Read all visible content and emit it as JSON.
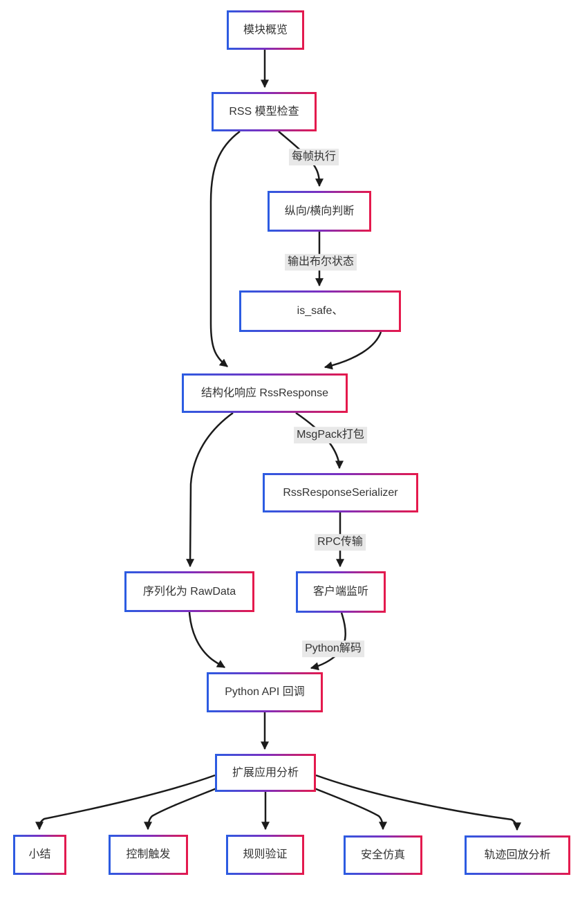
{
  "diagram": {
    "type": "flowchart",
    "background_color": "#ffffff",
    "node_fill_color": "#ffffff",
    "node_text_color": "#333333",
    "node_border_gradient": [
      "#2b5ce2",
      "#7c2fc0",
      "#e6194b"
    ],
    "edge_color": "#1b1b1b",
    "edge_label_background": "#e8e8e8",
    "nodes": [
      {
        "id": "overview",
        "label": "模块概览"
      },
      {
        "id": "rss-model-check",
        "label": "RSS 模型检查"
      },
      {
        "id": "direction-judge",
        "label": "纵向/横向判断"
      },
      {
        "id": "is-safe",
        "label": "is_safe、"
      },
      {
        "id": "rss-response",
        "label": "结构化响应 RssResponse"
      },
      {
        "id": "rss-response-serializer",
        "label": "RssResponseSerializer"
      },
      {
        "id": "raw-data",
        "label": "序列化为 RawData"
      },
      {
        "id": "client-listen",
        "label": "客户端监听"
      },
      {
        "id": "python-api-callback",
        "label": "Python API 回调"
      },
      {
        "id": "extended-analysis",
        "label": "扩展应用分析"
      },
      {
        "id": "summary",
        "label": "小结"
      },
      {
        "id": "control-trigger",
        "label": "控制触发"
      },
      {
        "id": "rule-verify",
        "label": "规则验证"
      },
      {
        "id": "safety-simulation",
        "label": "安全仿真"
      },
      {
        "id": "trajectory-replay",
        "label": "轨迹回放分析"
      }
    ],
    "edge_labels": [
      {
        "id": "per-frame",
        "text": "每帧执行"
      },
      {
        "id": "bool-state",
        "text": "输出布尔状态"
      },
      {
        "id": "msgpack",
        "text": "MsgPack打包"
      },
      {
        "id": "rpc",
        "text": "RPC传输"
      },
      {
        "id": "python-decode",
        "text": "Python解码"
      }
    ]
  }
}
